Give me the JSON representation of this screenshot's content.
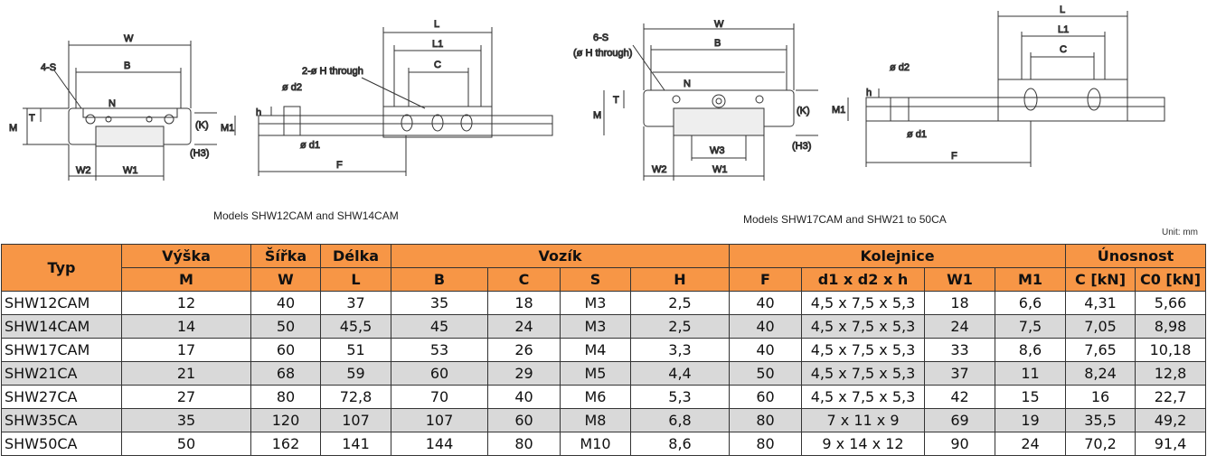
{
  "drawings": {
    "left_front_labels": {
      "w": "W",
      "b": "B",
      "s": "4-S",
      "n": "N",
      "t": "T",
      "m": "M",
      "k": "(K)",
      "h3": "(H3)",
      "w2": "W2",
      "w1": "W1"
    },
    "left_side_labels": {
      "l": "L",
      "l1": "L1",
      "c": "C",
      "hole": "2-ø H through",
      "d2": "ø d2",
      "h": "h",
      "m1": "M1",
      "d1": "ø d1",
      "f": "F"
    },
    "right_front_labels": {
      "w": "W",
      "b": "B",
      "s": "6-S",
      "hole": "(ø H through)",
      "n": "N",
      "t": "T",
      "m": "M",
      "k": "(K)",
      "h3": "(H3)",
      "w3": "W3",
      "w2": "W2",
      "w1": "W1"
    },
    "right_side_labels": {
      "l": "L",
      "l1": "L1",
      "c": "C",
      "d2": "ø d2",
      "h": "h",
      "m1": "M1",
      "d1": "ø d1",
      "f": "F"
    },
    "caption_left": "Models SHW12CAM and SHW14CAM",
    "caption_right": "Models SHW17CAM and SHW21 to 50CA",
    "unit": "Unit: mm"
  },
  "table": {
    "group_headers": {
      "typ": "Typ",
      "vyska": "Výška",
      "sirka": "Šířka",
      "delka": "Délka",
      "vozik": "Vozík",
      "kolejnice": "Kolejnice",
      "unosnost": "Únosnost"
    },
    "sub_headers": [
      "M",
      "W",
      "L",
      "B",
      "C",
      "S",
      "H",
      "F",
      "d1 x d2 x h",
      "W1",
      "M1",
      "C [kN]",
      "C0 [kN]"
    ],
    "rows": [
      [
        "SHW12CAM",
        "12",
        "40",
        "37",
        "35",
        "18",
        "M3",
        "2,5",
        "40",
        "4,5 x 7,5 x 5,3",
        "18",
        "6,6",
        "4,31",
        "5,66"
      ],
      [
        "SHW14CAM",
        "14",
        "50",
        "45,5",
        "45",
        "24",
        "M3",
        "2,5",
        "40",
        "4,5 x 7,5 x 5,3",
        "24",
        "7,5",
        "7,05",
        "8,98"
      ],
      [
        "SHW17CAM",
        "17",
        "60",
        "51",
        "53",
        "26",
        "M4",
        "3,3",
        "40",
        "4,5 x 7,5 x 5,3",
        "33",
        "8,6",
        "7,65",
        "10,18"
      ],
      [
        "SHW21CA",
        "21",
        "68",
        "59",
        "60",
        "29",
        "M5",
        "4,4",
        "50",
        "4,5 x 7,5 x 5,3",
        "37",
        "11",
        "8,24",
        "12,8"
      ],
      [
        "SHW27CA",
        "27",
        "80",
        "72,8",
        "70",
        "40",
        "M6",
        "5,3",
        "60",
        "4,5 x 7,5 x 5,3",
        "42",
        "15",
        "16",
        "22,7"
      ],
      [
        "SHW35CA",
        "35",
        "120",
        "107",
        "107",
        "60",
        "M8",
        "6,8",
        "80",
        "7 x 11 x 9",
        "69",
        "19",
        "35,5",
        "49,2"
      ],
      [
        "SHW50CA",
        "50",
        "162",
        "141",
        "144",
        "80",
        "M10",
        "8,6",
        "80",
        "9 x 14 x 12",
        "90",
        "24",
        "70,2",
        "91,4"
      ]
    ]
  },
  "colors": {
    "header_bg": "#f79646",
    "alt_row_bg": "#d9d9d9"
  }
}
